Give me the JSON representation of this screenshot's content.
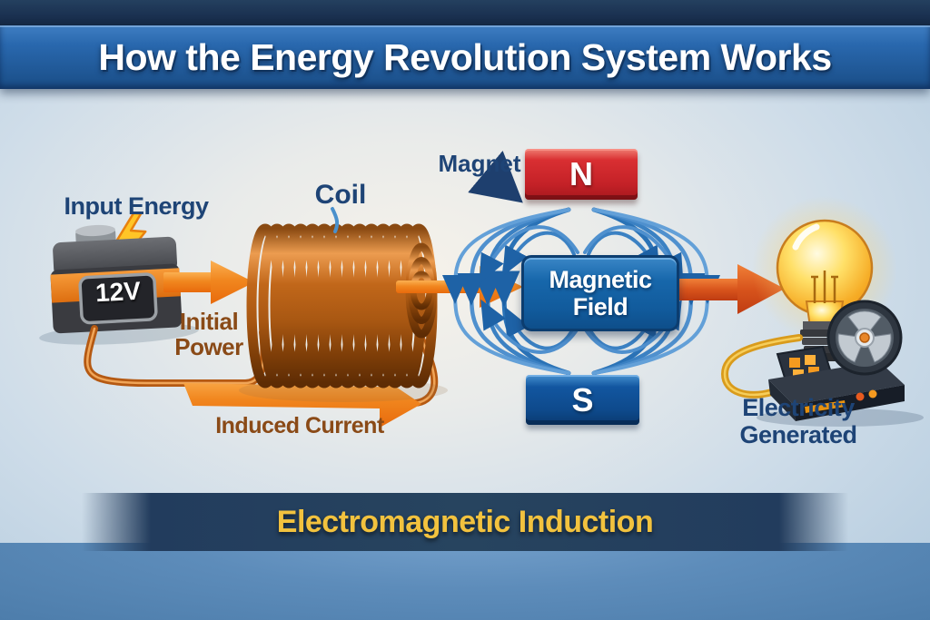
{
  "title": "How the Energy Revolution System Works",
  "banner": {
    "footer_label": "Electromagnetic Induction"
  },
  "stages": {
    "input_label": "Input Energy",
    "battery_voltage": "12V",
    "initial_power_label": "Initial Power",
    "coil_label": "Coil",
    "induced_current_label": "Induced Current",
    "magnet_label": "Magnet",
    "north_pole": "N",
    "south_pole": "S",
    "field_label": "Magnetic Field",
    "output_label": "Electricity Generated"
  },
  "icons": {
    "battery": "battery-icon",
    "lightning": "lightning-icon",
    "coil": "coil-icon",
    "field_lines": "magnetic-field-lines",
    "bulb": "light-bulb-icon",
    "fan": "turbine-fan-icon",
    "generator": "generator-icon",
    "flow_arrow": "flow-arrow-icon"
  },
  "colors": {
    "accent_orange": "#EE7412",
    "magnet_north_red": "#CE2429",
    "magnet_south_blue": "#1256A0",
    "field_box_blue": "#1563A8",
    "label_navy": "#1E4476",
    "label_brown": "#8A4A17",
    "footer_yellow": "#F2C23E",
    "copper": "#C06818"
  }
}
